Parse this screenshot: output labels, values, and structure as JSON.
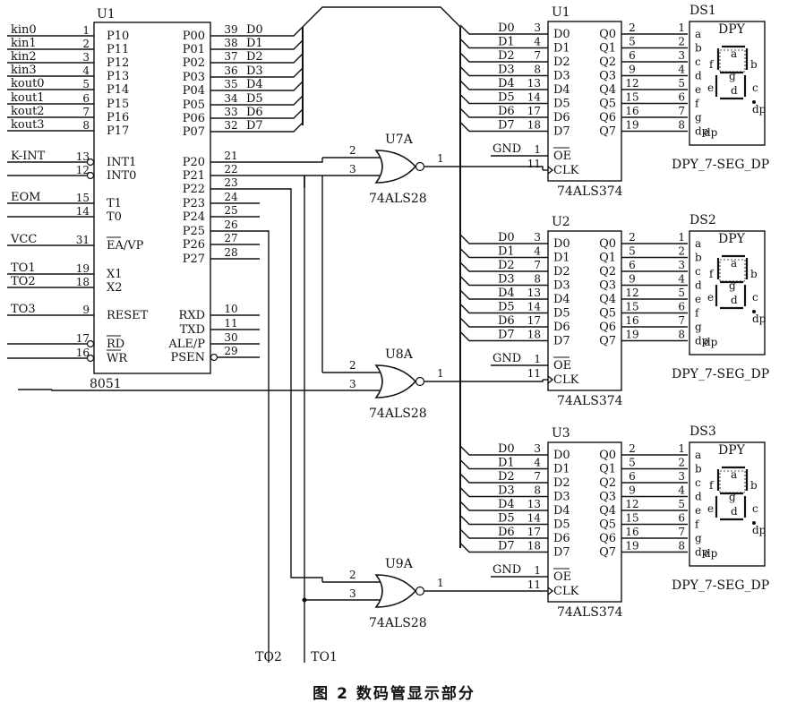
{
  "mcu": {
    "ref": "U1",
    "part": "8051",
    "left_pins": [
      {
        "net": "kin0",
        "name": "P10",
        "num": "1"
      },
      {
        "net": "kin1",
        "name": "P11",
        "num": "2"
      },
      {
        "net": "kin2",
        "name": "P12",
        "num": "3"
      },
      {
        "net": "kin3",
        "name": "P13",
        "num": "4"
      },
      {
        "net": "kout0",
        "name": "P14",
        "num": "5"
      },
      {
        "net": "kout1",
        "name": "P15",
        "num": "6"
      },
      {
        "net": "kout2",
        "name": "P16",
        "num": "7"
      },
      {
        "net": "kout3",
        "name": "P17",
        "num": "8"
      },
      {
        "net": "K-INT",
        "name": "INT1",
        "num": "13",
        "bubble": true
      },
      {
        "net": "",
        "name": "INT0",
        "num": "12",
        "bubble": true
      },
      {
        "net": "EOM",
        "name": "T1",
        "num": "15"
      },
      {
        "net": "",
        "name": "T0",
        "num": "14"
      },
      {
        "net": "VCC",
        "name": "EA/VP",
        "num": "31",
        "overbar": "EA"
      },
      {
        "net": "TO1",
        "name": "X1",
        "num": "19"
      },
      {
        "net": "TO2",
        "name": "X2",
        "num": "18"
      },
      {
        "net": "TO3",
        "name": "RESET",
        "num": "9"
      },
      {
        "net": "",
        "name": "RD",
        "num": "17",
        "bubble": true,
        "overbar": "RD"
      },
      {
        "net": "",
        "name": "WR",
        "num": "16",
        "bubble": true,
        "overbar": "WR"
      }
    ],
    "right_pins": [
      {
        "name": "P00",
        "num": "39",
        "net": "D0"
      },
      {
        "name": "P01",
        "num": "38",
        "net": "D1"
      },
      {
        "name": "P02",
        "num": "37",
        "net": "D2"
      },
      {
        "name": "P03",
        "num": "36",
        "net": "D3"
      },
      {
        "name": "P04",
        "num": "35",
        "net": "D4"
      },
      {
        "name": "P05",
        "num": "34",
        "net": "D5"
      },
      {
        "name": "P06",
        "num": "33",
        "net": "D6"
      },
      {
        "name": "P07",
        "num": "32",
        "net": "D7"
      },
      {
        "name": "P20",
        "num": "21",
        "net": ""
      },
      {
        "name": "P21",
        "num": "22",
        "net": ""
      },
      {
        "name": "P22",
        "num": "23",
        "net": ""
      },
      {
        "name": "P23",
        "num": "24",
        "net": ""
      },
      {
        "name": "P24",
        "num": "25",
        "net": ""
      },
      {
        "name": "P25",
        "num": "26",
        "net": ""
      },
      {
        "name": "P26",
        "num": "27",
        "net": ""
      },
      {
        "name": "P27",
        "num": "28",
        "net": ""
      },
      {
        "name": "RXD",
        "num": "10",
        "net": ""
      },
      {
        "name": "TXD",
        "num": "11",
        "net": ""
      },
      {
        "name": "ALE/P",
        "num": "30",
        "net": ""
      },
      {
        "name": "PSEN",
        "num": "29",
        "net": "",
        "bubble": true
      }
    ]
  },
  "gates": [
    {
      "ref": "U7A",
      "part": "74ALS28",
      "in_a": "2",
      "in_b": "3",
      "out": "1"
    },
    {
      "ref": "U8A",
      "part": "74ALS28",
      "in_a": "2",
      "in_b": "3",
      "out": "1"
    },
    {
      "ref": "U9A",
      "part": "74ALS28",
      "in_a": "2",
      "in_b": "3",
      "out": "1"
    }
  ],
  "latches": [
    {
      "ref": "U1",
      "part": "74ALS374"
    },
    {
      "ref": "U2",
      "part": "74ALS374"
    },
    {
      "ref": "U3",
      "part": "74ALS374"
    }
  ],
  "latch_d_pins": [
    {
      "net": "D0",
      "name": "D0",
      "num": "3"
    },
    {
      "net": "D1",
      "name": "D1",
      "num": "4"
    },
    {
      "net": "D2",
      "name": "D2",
      "num": "7"
    },
    {
      "net": "D3",
      "name": "D3",
      "num": "8"
    },
    {
      "net": "D4",
      "name": "D4",
      "num": "13"
    },
    {
      "net": "D5",
      "name": "D5",
      "num": "14"
    },
    {
      "net": "D6",
      "name": "D6",
      "num": "17"
    },
    {
      "net": "D7",
      "name": "D7",
      "num": "18"
    }
  ],
  "latch_q_pins": [
    {
      "name": "Q0",
      "num": "2"
    },
    {
      "name": "Q1",
      "num": "5"
    },
    {
      "name": "Q2",
      "num": "6"
    },
    {
      "name": "Q3",
      "num": "9"
    },
    {
      "name": "Q4",
      "num": "12"
    },
    {
      "name": "Q5",
      "num": "15"
    },
    {
      "name": "Q6",
      "num": "16"
    },
    {
      "name": "Q7",
      "num": "19"
    }
  ],
  "latch_ctrl": {
    "oe_net": "GND",
    "oe_name": "OE",
    "oe_num": "1",
    "clk_name": "CLK",
    "clk_num": "11"
  },
  "displays": [
    {
      "ref": "DS1",
      "title": "DPY",
      "part": "DPY_7-SEG_DP"
    },
    {
      "ref": "DS2",
      "title": "DPY",
      "part": "DPY_7-SEG_DP"
    },
    {
      "ref": "DS3",
      "title": "DPY",
      "part": "DPY_7-SEG_DP"
    }
  ],
  "display_pins": [
    {
      "num": "1",
      "seg": "a"
    },
    {
      "num": "2",
      "seg": "b"
    },
    {
      "num": "3",
      "seg": "c"
    },
    {
      "num": "4",
      "seg": "d"
    },
    {
      "num": "5",
      "seg": "e"
    },
    {
      "num": "6",
      "seg": "f"
    },
    {
      "num": "7",
      "seg": "g"
    },
    {
      "num": "8",
      "seg": "dp"
    }
  ],
  "segment_labels": [
    "a",
    "b",
    "c",
    "d",
    "e",
    "f",
    "g",
    "dp"
  ],
  "bottom_nets": [
    "TO2",
    "TO1"
  ],
  "caption": "图 2   数码管显示部分"
}
